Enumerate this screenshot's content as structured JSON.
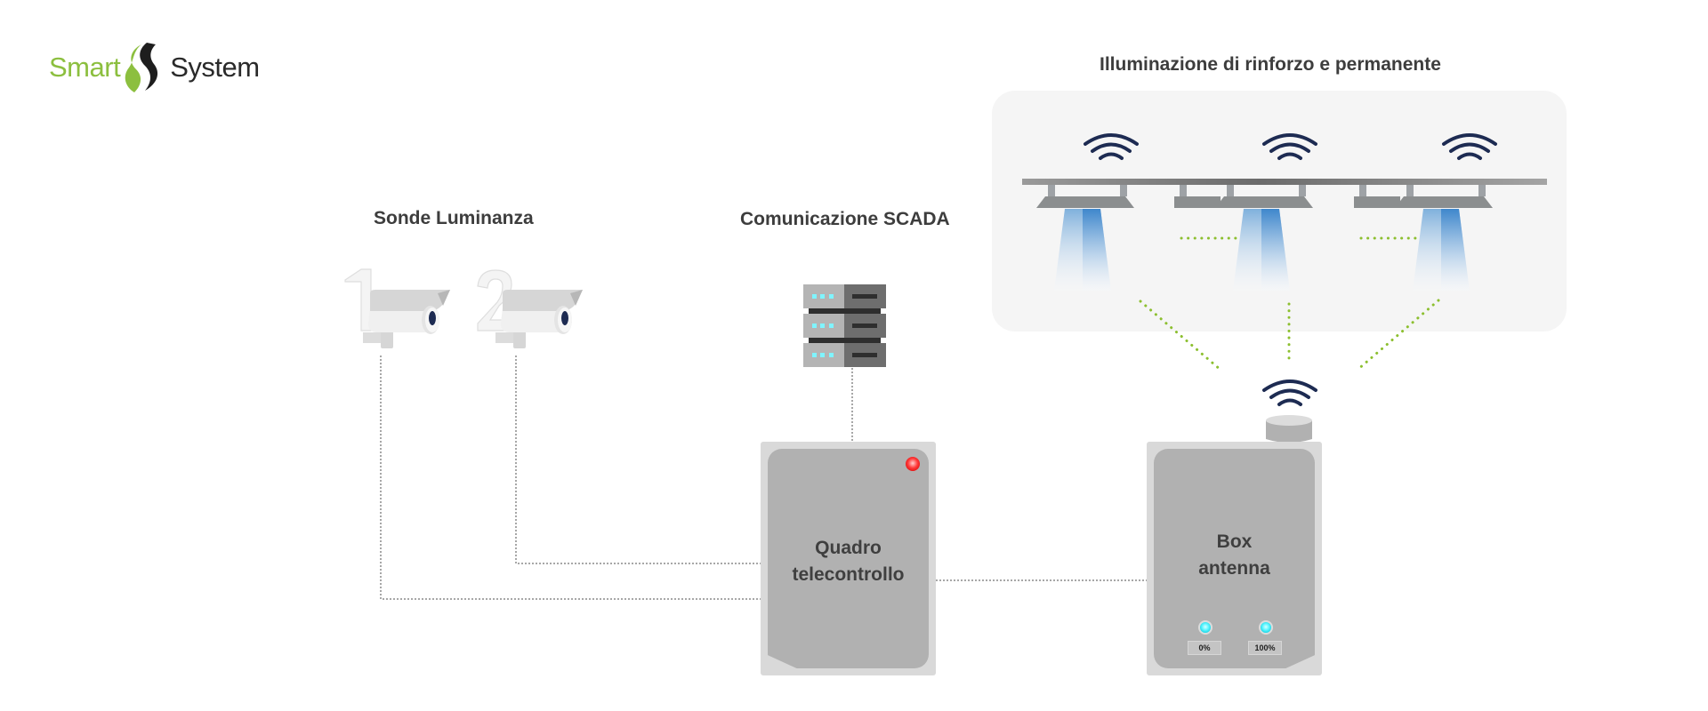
{
  "logo": {
    "word_left": "Smart",
    "word_right": "System",
    "colors": {
      "green": "#8cbf3f",
      "dark": "#2a2a2a"
    }
  },
  "sections": {
    "sensors_title": "Sonde Luminanza",
    "scada_title": "Comunicazione SCADA",
    "lighting_title": "Illuminazione di rinforzo e permanente"
  },
  "sensors": [
    {
      "number": "1",
      "icon": "security-camera-icon"
    },
    {
      "number": "2",
      "icon": "security-camera-icon"
    }
  ],
  "server": {
    "icon": "server-rack-icon",
    "units": 3
  },
  "control_panel": {
    "label_line1": "Quadro",
    "label_line2": "telecontrollo",
    "status_led": "red"
  },
  "antenna_box": {
    "label_line1": "Box",
    "label_line2": "antenna",
    "indicators": [
      {
        "label": "0%",
        "led": "cyan"
      },
      {
        "label": "100%",
        "led": "cyan"
      }
    ]
  },
  "lighting": {
    "fixtures": 3,
    "wireless_icon": "wifi-icon"
  },
  "colors": {
    "wifi": "#1d2b52",
    "link_dotted_green": "#8cbf2f",
    "wire_dotted": "#777777",
    "light_beam": "#4f90cf"
  }
}
